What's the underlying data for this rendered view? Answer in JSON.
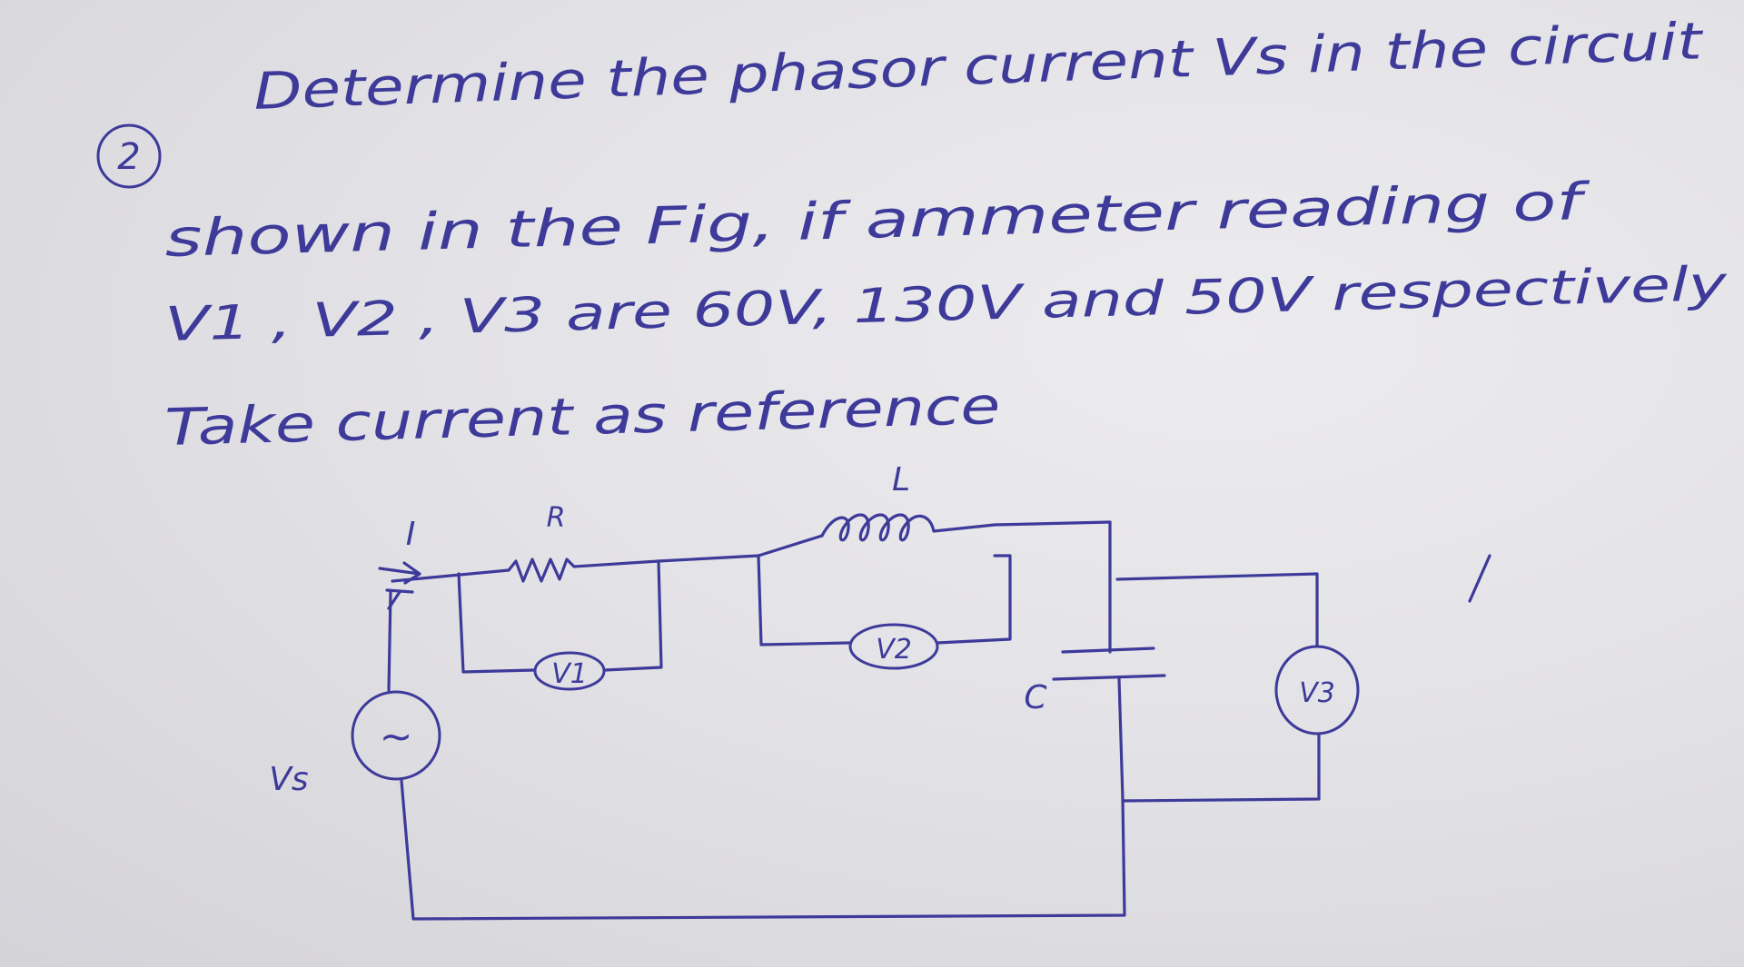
{
  "question": {
    "number": "2",
    "lines": [
      "Determine the phasor current Vs in the circuit",
      "shown in the Fig, if ammeter reading of",
      "V1 , V2 , V3 are 60V, 130V and 50V respectively",
      "Take current as reference"
    ]
  },
  "circuit": {
    "labels": {
      "current": "I",
      "resistor": "R",
      "inductor": "L",
      "capacitor": "C",
      "source": "Vs",
      "source_symbol": "~",
      "voltmeter1": "V1",
      "voltmeter2": "V2",
      "voltmeter3": "V3"
    }
  }
}
